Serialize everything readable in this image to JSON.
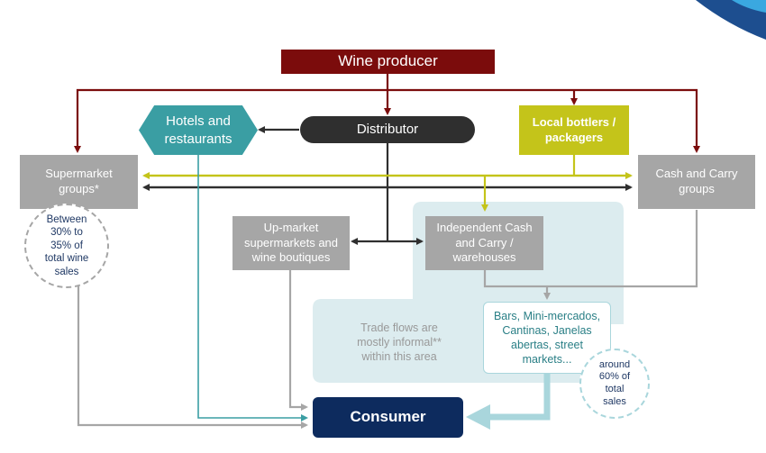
{
  "nodes": {
    "wine_producer": "Wine producer",
    "distributor": "Distributor",
    "hotels": "Hotels and\nrestaurants",
    "local_bottlers": "Local bottlers /\npackagers",
    "supermarket_groups": "Supermarket\ngroups*",
    "cash_carry_groups": "Cash and Carry\ngroups",
    "upmarket": "Up-market\nsupermarkets and\nwine boutiques",
    "independent": "Independent Cash\nand Carry /\nwarehouses",
    "bars": "Bars, Mini-mercados,\nCantinas, Janelas\nabertas, street\nmarkets...",
    "consumer": "Consumer"
  },
  "notes": {
    "informal": "Trade flows are\nmostly informal**\nwithin this area",
    "supermarket_share": "Between\n30% to\n35% of\ntotal wine\nsales",
    "bars_share": "around\n60% of\ntotal\nsales"
  },
  "colors": {
    "producer": "#7b0c0c",
    "distributor": "#2f2f2f",
    "hotels": "#3a9ea3",
    "bottlers": "#c4c41a",
    "gray_box": "#a6a6a6",
    "informal_area": "#dcecef",
    "consumer": "#0d2b5e",
    "circle_text": "#1f3864",
    "bars_text": "#2a7f86"
  }
}
